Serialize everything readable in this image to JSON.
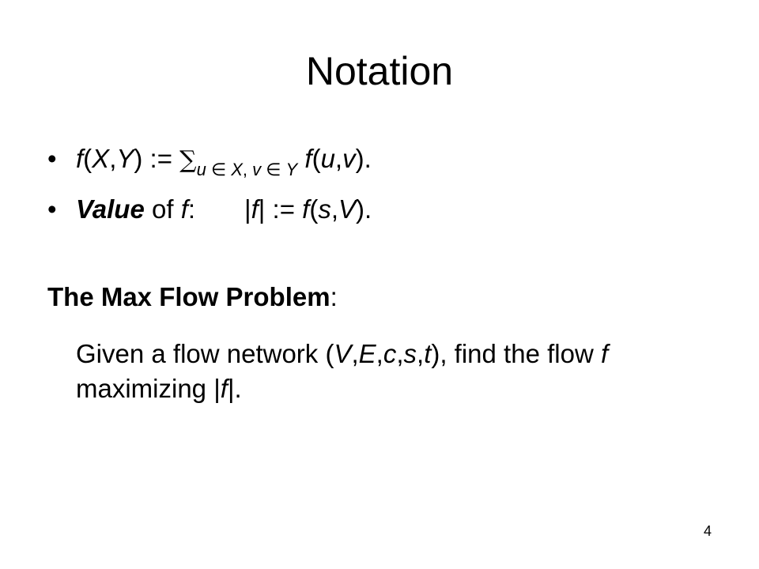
{
  "slide": {
    "title": "Notation",
    "bullet_char": "•",
    "line1": {
      "f": "f",
      "args": "(X,Y) := ",
      "X": "X",
      "Y": "Y",
      "sigma": "∑",
      "sub_u": "u",
      "sub_in1": " ∈ ",
      "sub_X": "X",
      "sub_comma": ", ",
      "sub_v": "v",
      "sub_in2": " ∈ ",
      "sub_Y": "Y",
      "f2": "f",
      "args2_open": "(",
      "u": "u",
      "comma": ",",
      "v": "v",
      "args2_close": ")."
    },
    "line2": {
      "value_word": "Value",
      "of": " of ",
      "f": "f",
      "colon": ":",
      "abs_open": "|",
      "abs_f": "f",
      "abs_close": "| := ",
      "f2": "f",
      "paren_open": "(",
      "s": "s",
      "comma": ",",
      "V": "V",
      "paren_close": ")."
    },
    "problem": {
      "heading": "The Max Flow Problem",
      "heading_colon": ":",
      "body_part1": "Given a flow network (",
      "V": "V",
      "c1": ",",
      "E": "E",
      "c2": ",",
      "c": "c",
      "c3": ",",
      "s": "s",
      "c4": ",",
      "t": "t",
      "body_part2": "), find the flow ",
      "f": "f",
      "body_part3": " maximizing |",
      "f2": "f",
      "body_part4": "|."
    },
    "page_number": "4"
  }
}
